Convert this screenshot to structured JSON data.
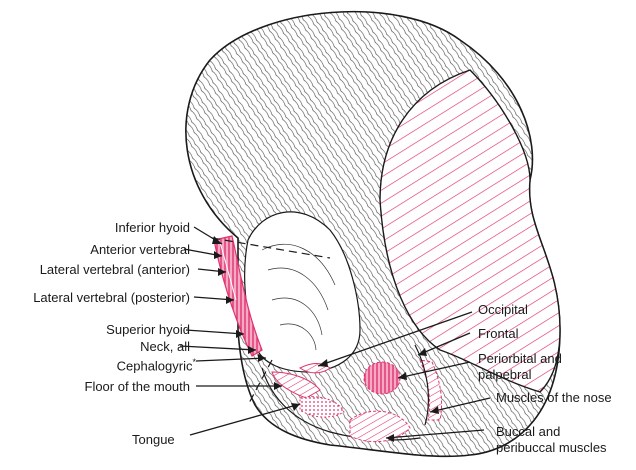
{
  "labels_left": [
    {
      "id": "inferior-hyoid",
      "text": "Inferior hyoid"
    },
    {
      "id": "anterior-vertebral",
      "text": "Anterior vertebral"
    },
    {
      "id": "lateral-vertebral-anterior",
      "text": "Lateral vertebral (anterior)"
    },
    {
      "id": "lateral-vertebral-posterior",
      "text": "Lateral vertebral (posterior)"
    },
    {
      "id": "superior-hyoid",
      "text": "Superior hyoid"
    },
    {
      "id": "neck-all",
      "text": "Neck, all"
    },
    {
      "id": "cephalogyric",
      "text": "Cephalogyric",
      "sup": "*"
    },
    {
      "id": "floor-of-the-mouth",
      "text": "Floor of the mouth"
    },
    {
      "id": "tongue",
      "text": "Tongue"
    }
  ],
  "labels_right": [
    {
      "id": "occipital",
      "text": "Occipital"
    },
    {
      "id": "frontal",
      "text": "Frontal"
    },
    {
      "id": "periorbital-1",
      "text": "Periorbital and"
    },
    {
      "id": "periorbital-2",
      "text": "palpebral"
    },
    {
      "id": "nose",
      "text": "Muscles of the nose"
    },
    {
      "id": "buccal-1",
      "text": "Buccal and"
    },
    {
      "id": "buccal-2",
      "text": "peribuccal muscles"
    }
  ],
  "colors": {
    "accent": "#e0336f",
    "accent_light": "#f4a9c4",
    "line": "#1a1a1a"
  }
}
